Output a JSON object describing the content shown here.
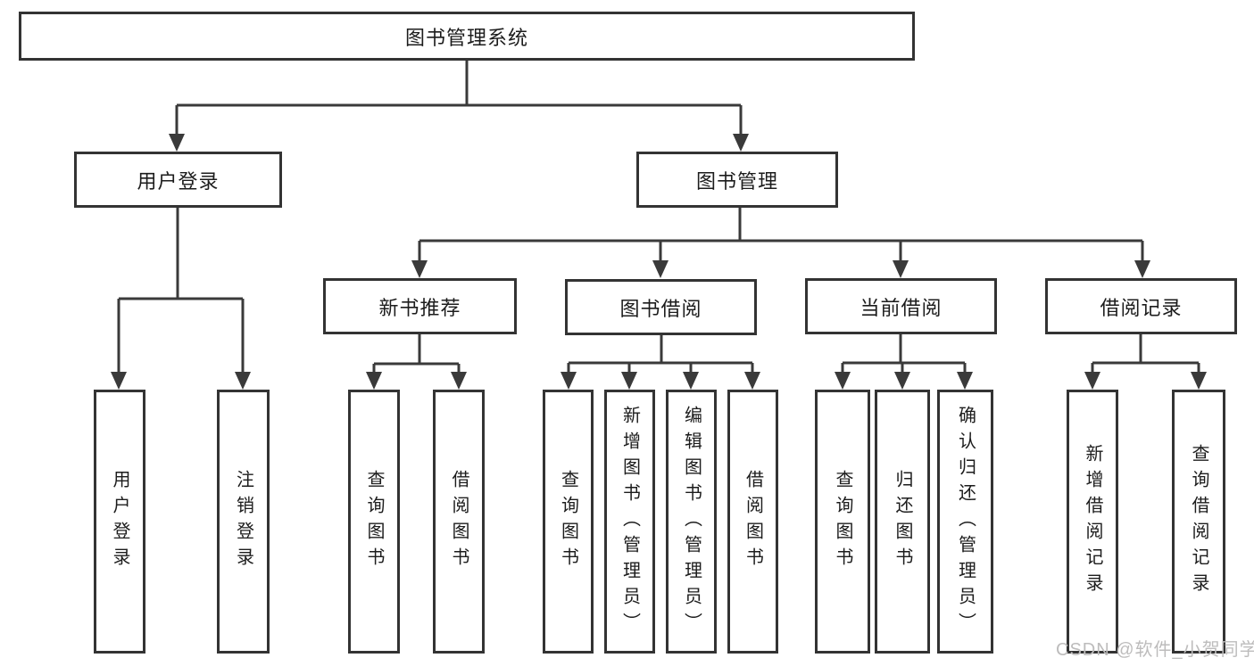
{
  "title": {
    "label": "图书管理系统"
  },
  "branches": {
    "user_login": {
      "label": "用户登录",
      "children": [
        {
          "label": "用户登录"
        },
        {
          "label": "注销登录"
        }
      ]
    },
    "book_mgmt": {
      "label": "图书管理",
      "children": [
        {
          "label": "新书推荐",
          "children": [
            {
              "label": "查询图书"
            },
            {
              "label": "借阅图书"
            }
          ]
        },
        {
          "label": "图书借阅",
          "children": [
            {
              "label": "查询图书"
            },
            {
              "label": "新增图书（管理员）"
            },
            {
              "label": "编辑图书（管理员）"
            },
            {
              "label": "借阅图书"
            }
          ]
        },
        {
          "label": "当前借阅",
          "children": [
            {
              "label": "查询图书"
            },
            {
              "label": "归还图书"
            },
            {
              "label": "确认归还（管理员）"
            }
          ]
        },
        {
          "label": "借阅记录",
          "children": [
            {
              "label": "新增借阅记录"
            },
            {
              "label": "查询借阅记录"
            }
          ]
        }
      ]
    }
  },
  "watermark": {
    "text": "CSDN @软件_小贺同学"
  },
  "colors": {
    "line": "#3a3a3a",
    "box_border": "#333333",
    "text": "#1c1c1c",
    "watermark": "#bdbcbc",
    "background": "#ffffff"
  }
}
